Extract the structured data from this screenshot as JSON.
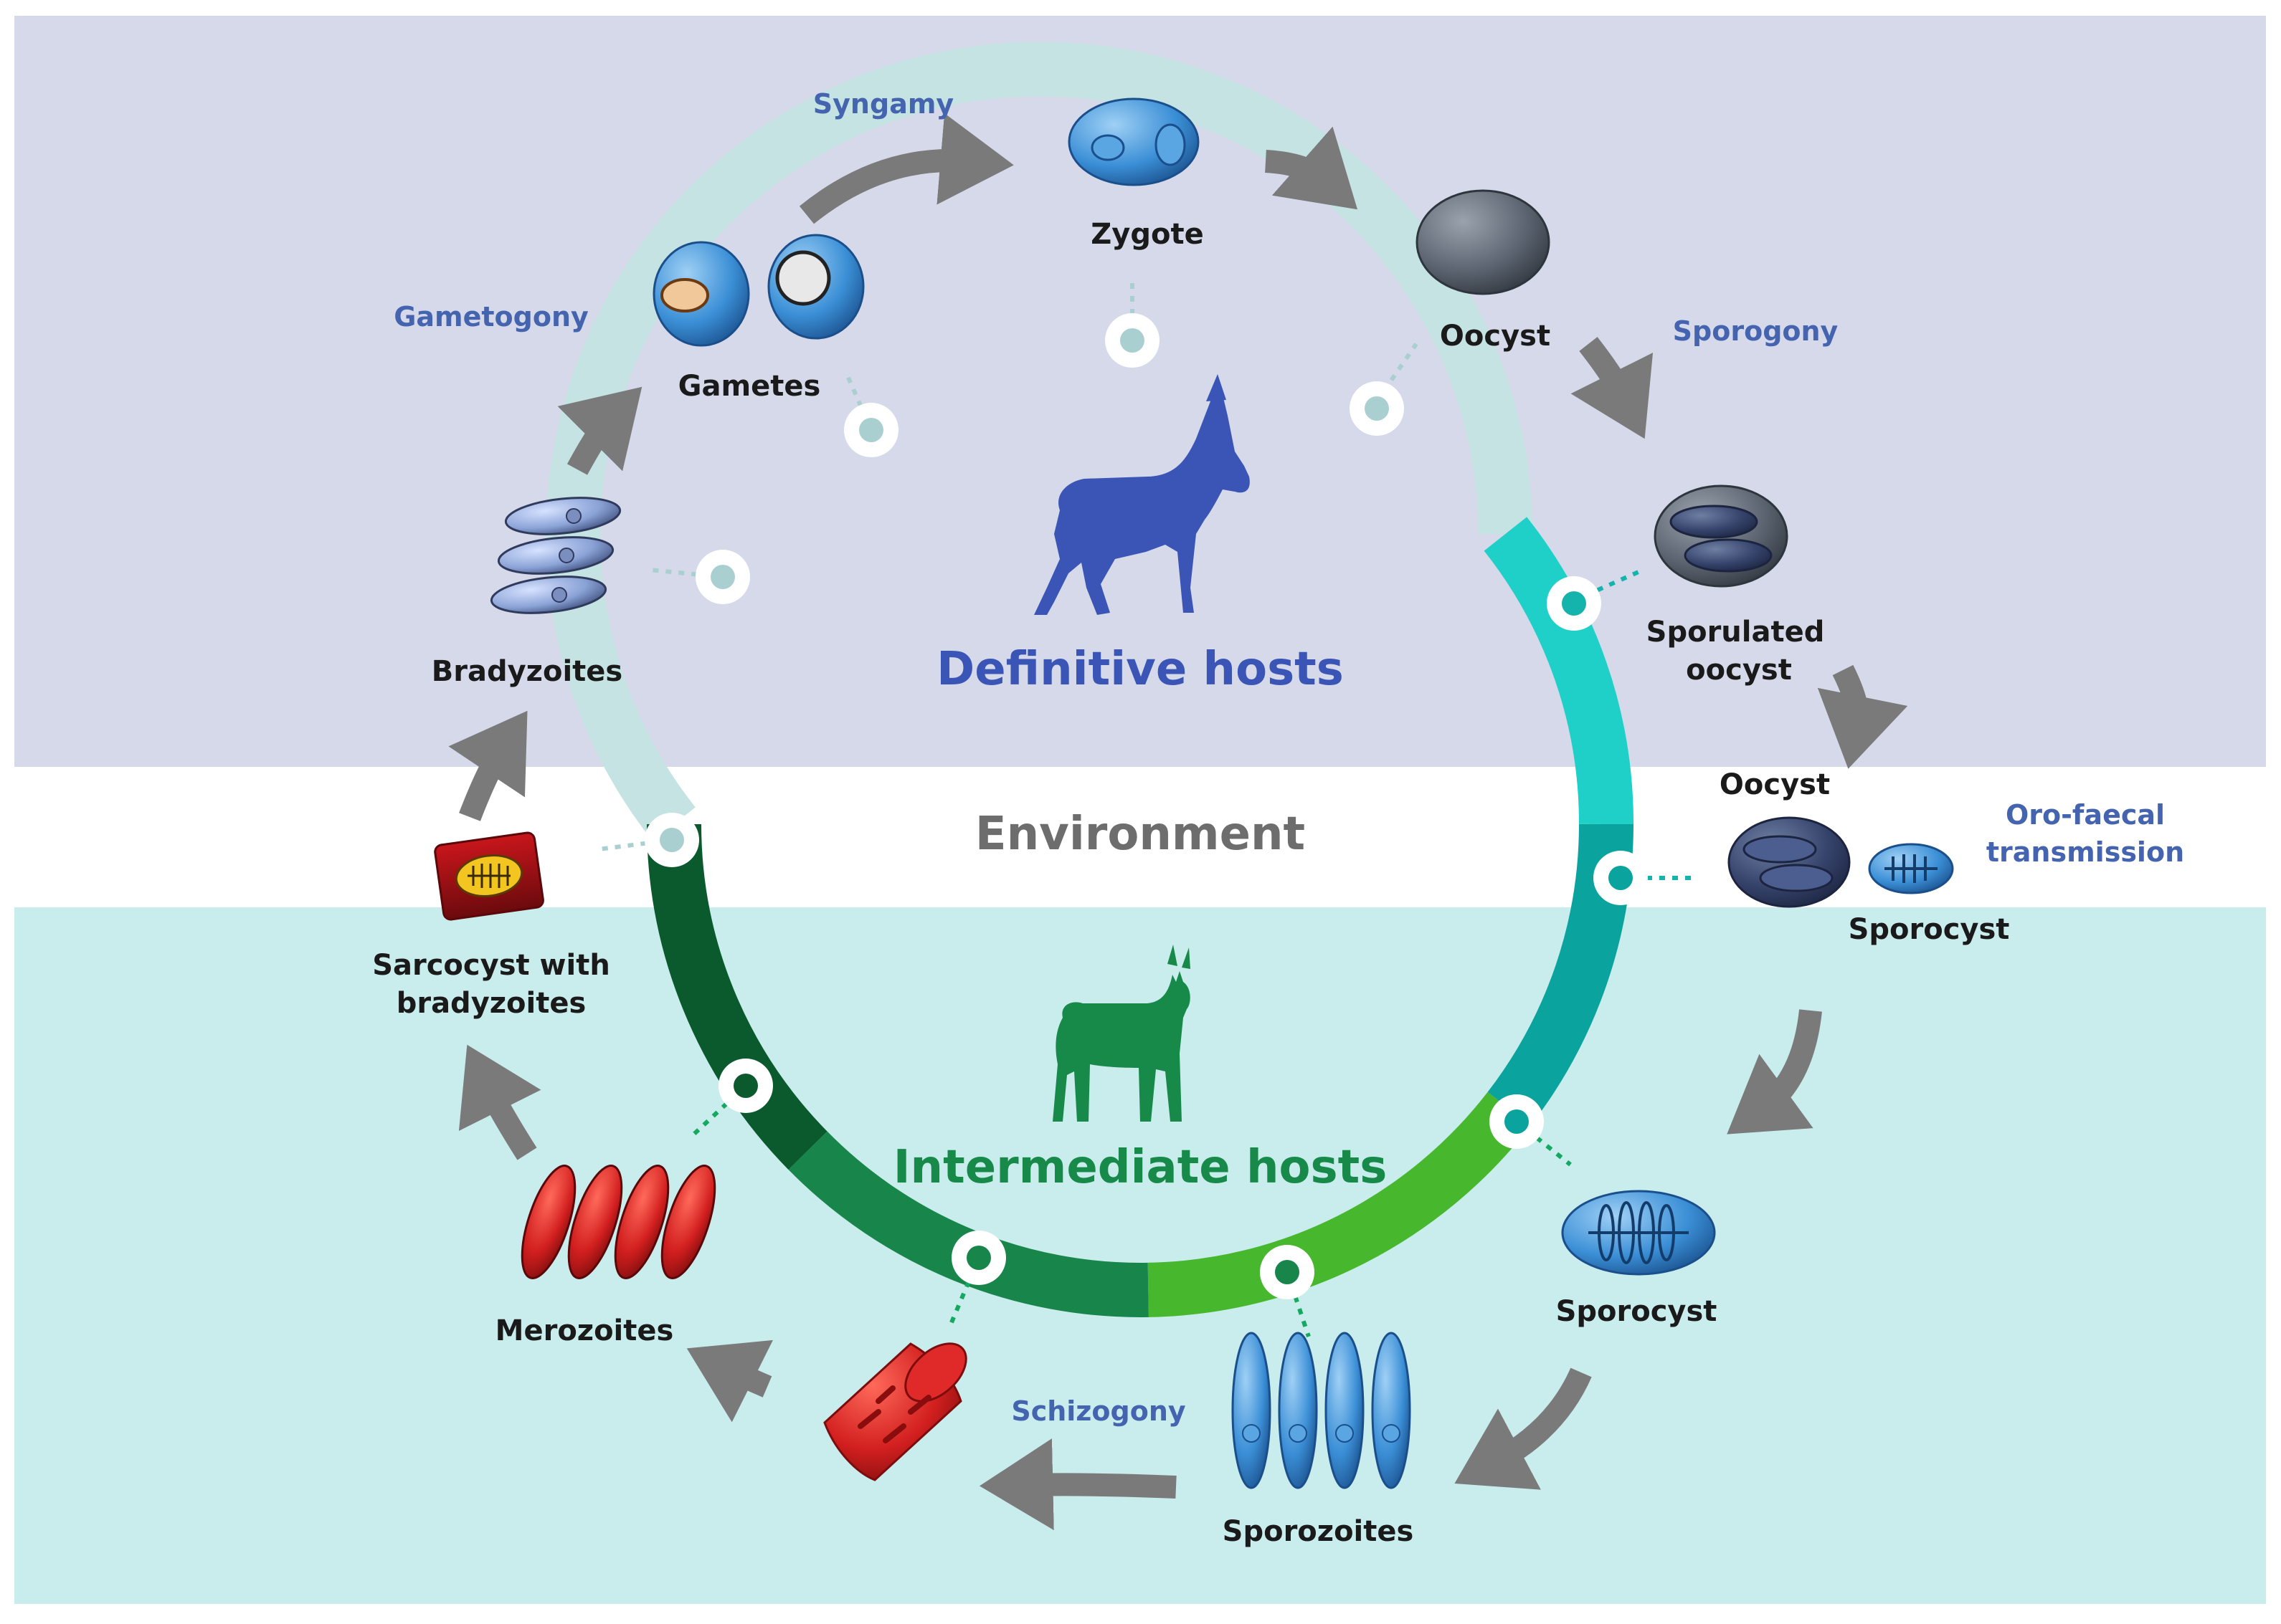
{
  "zones": {
    "definitive": {
      "label": "Definitive hosts",
      "color": "#d5d9ea"
    },
    "environment": {
      "label": "Environment",
      "color": "#ffffff"
    },
    "intermediate": {
      "label": "Intermediate hosts",
      "color": "#c9eced"
    }
  },
  "processes": {
    "syngamy": "Syngamy",
    "gametogony": "Gametogony",
    "sporogony": "Sporogony",
    "oro_faecal": [
      "Oro-faecal",
      "transmission"
    ],
    "schizogony": "Schizogony"
  },
  "stages": {
    "zygote": "Zygote",
    "oocyst": "Oocyst",
    "gametes": "Gametes",
    "bradyzoites": "Bradyzoites",
    "sporulated_oocyst": [
      "Sporulated",
      "oocyst"
    ],
    "env_oocyst": "Oocyst",
    "env_sporocyst": "Sporocyst",
    "sarcocyst": [
      "Sarcocyst with",
      "bradyzoites"
    ],
    "sporocyst": "Sporocyst",
    "merozoites": "Merozoites",
    "sporozoites": "Sporozoites"
  },
  "icons": {
    "definitive_host": "dog-silhouette-icon",
    "intermediate_host": "llama-silhouette-icon",
    "cycle_arrow": "curved-arrow-icon"
  },
  "colors": {
    "ring_top": "#c5e3e2",
    "ring_teal": "#1fd0c8",
    "ring_dark_teal": "#0aa39d",
    "ring_light_green": "#47b82d",
    "ring_green": "#18864a",
    "ring_dark_green": "#0b5a2e",
    "arrow": "#7a7a7a",
    "dog": "#3a55b5",
    "llama": "#178a4a"
  }
}
